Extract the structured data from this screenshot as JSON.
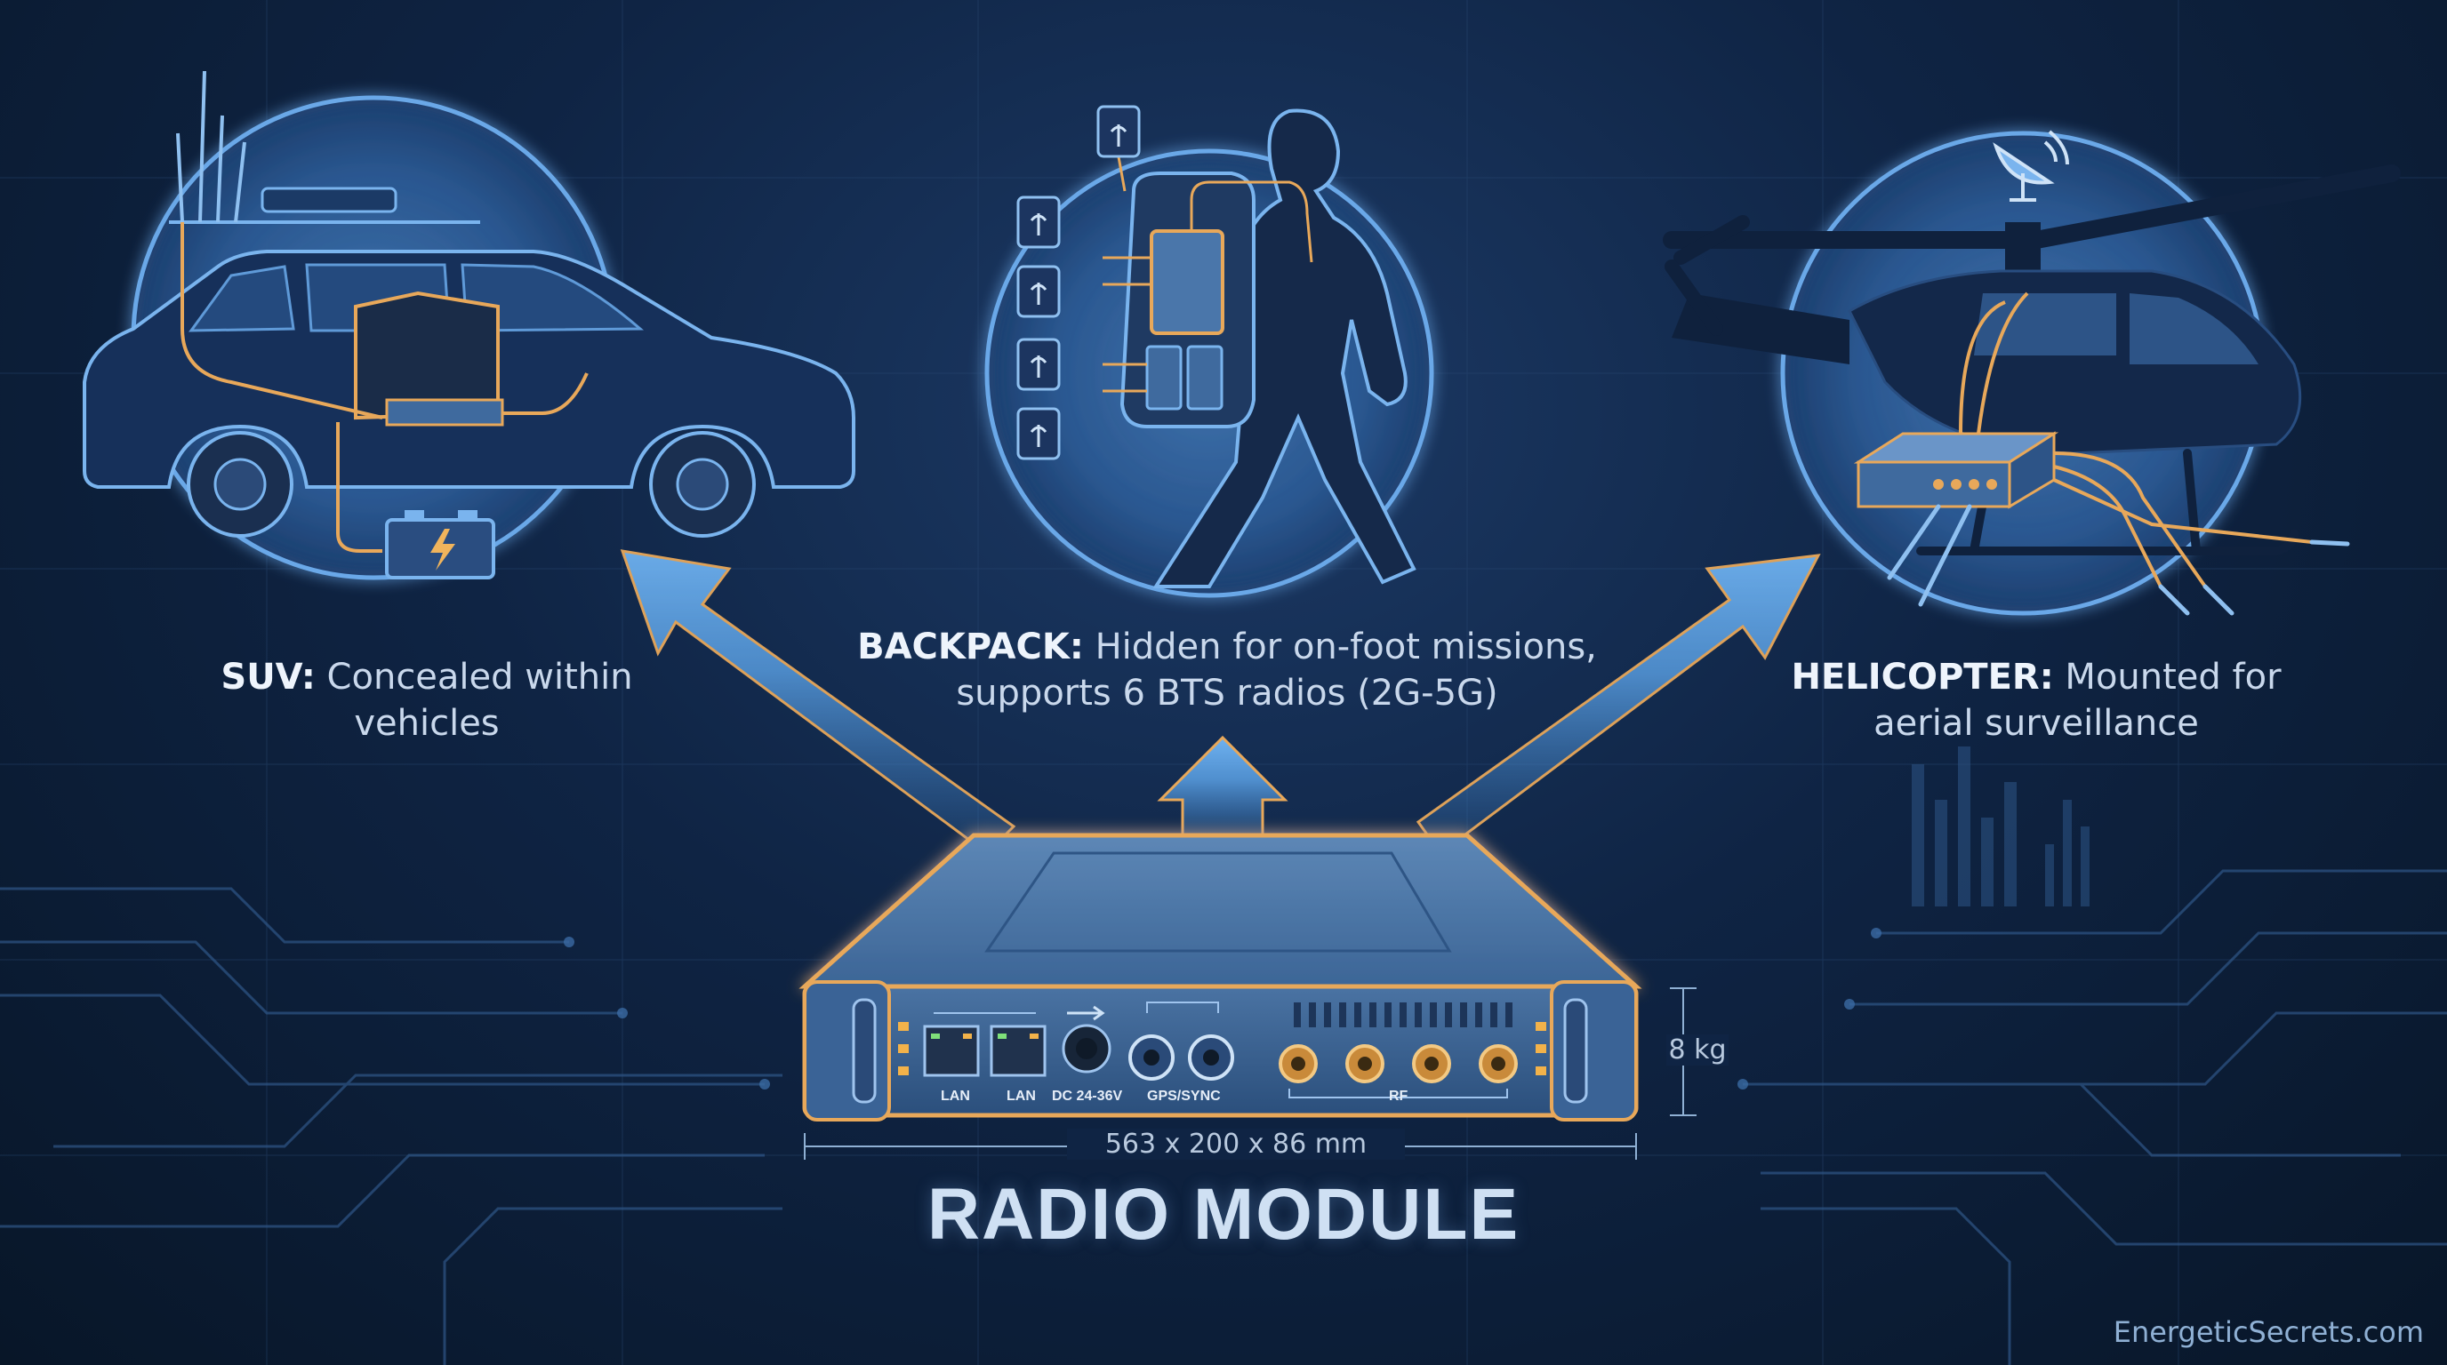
{
  "title": "RADIO MODULE",
  "captions": {
    "suv": {
      "label": "SUV:",
      "text": " Concealed within vehicles"
    },
    "backpack": {
      "label": "BACKPACK:",
      "text": " Hidden for on-foot missions, supports 6 BTS radios (2G-5G)"
    },
    "helicopter": {
      "label": "HELICOPTER:",
      "text": " Mounted for aerial surveillance"
    }
  },
  "device": {
    "dimensions": "563 x 200 x 86 mm",
    "weight": "8 kg",
    "ports": {
      "lan1": "LAN",
      "lan2": "LAN",
      "dc": "DC 24-36V",
      "gps": "GPS/SYNC",
      "rf": "RF"
    }
  },
  "brand": "EnergeticSecrets.com",
  "icons": [
    "antenna-icon",
    "battery-icon",
    "usb-icon",
    "satellite-dish-icon",
    "lightning-icon"
  ],
  "colors": {
    "background": "#0f2444",
    "accent_orange": "#e8a85a",
    "accent_blue": "#4a8fd6",
    "circle_glow": "#5f9fe0"
  }
}
